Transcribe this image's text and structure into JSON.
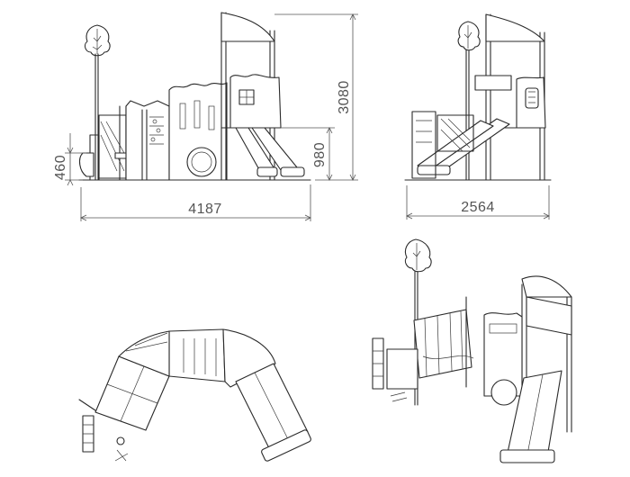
{
  "views": {
    "front": {
      "dim_width": "4187",
      "dim_height_total": "3080",
      "dim_platform": "980",
      "dim_deck": "460"
    },
    "side": {
      "dim_width": "2564"
    }
  },
  "colors": {
    "line": "#2a2a2a",
    "dimension": "#555555",
    "background": "#ffffff"
  }
}
